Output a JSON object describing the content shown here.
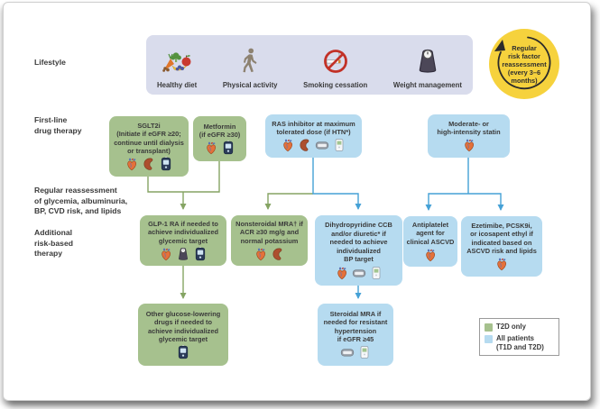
{
  "colors": {
    "green_box": "#a6c18e",
    "blue_box": "#b6dbf0",
    "lifestyle_panel": "#d9dcec",
    "badge_yellow": "#f6d23d",
    "arrow_green": "#85a463",
    "arrow_blue": "#45a1d6",
    "text": "#3a3a3a"
  },
  "row_labels": {
    "lifestyle": "Lifestyle",
    "first_line": "First-line\ndrug therapy",
    "reassessment": "Regular reassessment\nof glycemia, albuminuria,\nBP, CVD risk, and lipids",
    "additional": "Additional\nrisk-based\ntherapy"
  },
  "lifestyle": {
    "items": [
      {
        "label": "Healthy diet",
        "icon": "healthy-diet"
      },
      {
        "label": "Physical activity",
        "icon": "physical-activity"
      },
      {
        "label": "Smoking cessation",
        "icon": "smoking-cessation"
      },
      {
        "label": "Weight management",
        "icon": "scale"
      }
    ]
  },
  "badge": {
    "text": "Regular\nrisk factor\nreassessment\n(every 3–6\nmonths)"
  },
  "boxes": {
    "sglt2i": {
      "text": "SGLT2i\n(Initiate if eGFR ≥20;\ncontinue until dialysis\nor transplant)",
      "type": "green",
      "icons": [
        "heart",
        "kidney",
        "glucometer"
      ]
    },
    "metformin": {
      "text": "Metformin\n(if eGFR ≥30)",
      "type": "green",
      "icons": [
        "heart",
        "glucometer"
      ]
    },
    "ras": {
      "text": "RAS inhibitor at maximum\ntolerated dose (if HTN*)",
      "type": "blue",
      "icons": [
        "heart",
        "kidney",
        "bp-cuff",
        "bp-meter"
      ]
    },
    "statin": {
      "text": "Moderate- or\nhigh-intensity statin",
      "type": "blue",
      "icons": [
        "heart"
      ]
    },
    "glp1": {
      "text": "GLP-1 RA if needed to\nachieve individualized\nglycemic target",
      "type": "green",
      "icons": [
        "heart",
        "scale",
        "glucometer"
      ]
    },
    "nsmra": {
      "text": "Nonsteroidal MRA† if\nACR ≥30 mg/g and\nnormal potassium",
      "type": "green",
      "icons": [
        "heart",
        "kidney"
      ]
    },
    "ccb": {
      "text": "Dihydropyridine CCB\nand/or diuretic* if\nneeded to achieve\nindividualized\nBP target",
      "type": "blue",
      "icons": [
        "heart",
        "bp-cuff",
        "bp-meter"
      ]
    },
    "antiplatelet": {
      "text": "Antiplatelet\nagent for\nclinical ASCVD",
      "type": "blue",
      "icons": [
        "heart"
      ]
    },
    "ezetimibe": {
      "text": "Ezetimibe, PCSK9i,\nor icosapent ethyl if\nindicated based on\nASCVD risk and lipids",
      "type": "blue",
      "icons": [
        "heart"
      ]
    },
    "other_glucose": {
      "text": "Other glucose-lowering\ndrugs if needed to\nachieve individualized\nglycemic target",
      "type": "green",
      "icons": [
        "glucometer"
      ]
    },
    "steroidal_mra": {
      "text": "Steroidal MRA if\nneeded for resistant\nhypertension\nif eGFR ≥45",
      "type": "blue",
      "icons": [
        "bp-cuff",
        "bp-meter"
      ]
    }
  },
  "legend": {
    "items": [
      {
        "label": "T2D only",
        "color": "green"
      },
      {
        "label": "All patients\n(T1D and T2D)",
        "color": "blue"
      }
    ]
  }
}
